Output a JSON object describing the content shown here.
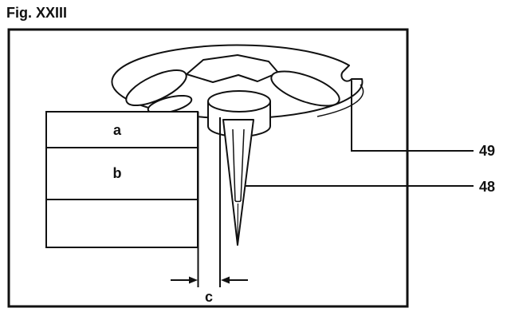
{
  "figure": {
    "title": "Fig. XXIII",
    "labels": {
      "row_a": "a",
      "row_b": "b",
      "dimension_c": "c"
    },
    "references": {
      "r49": "49",
      "r48": "48"
    },
    "colors": {
      "line": "#111111",
      "background": "#ffffff"
    }
  }
}
